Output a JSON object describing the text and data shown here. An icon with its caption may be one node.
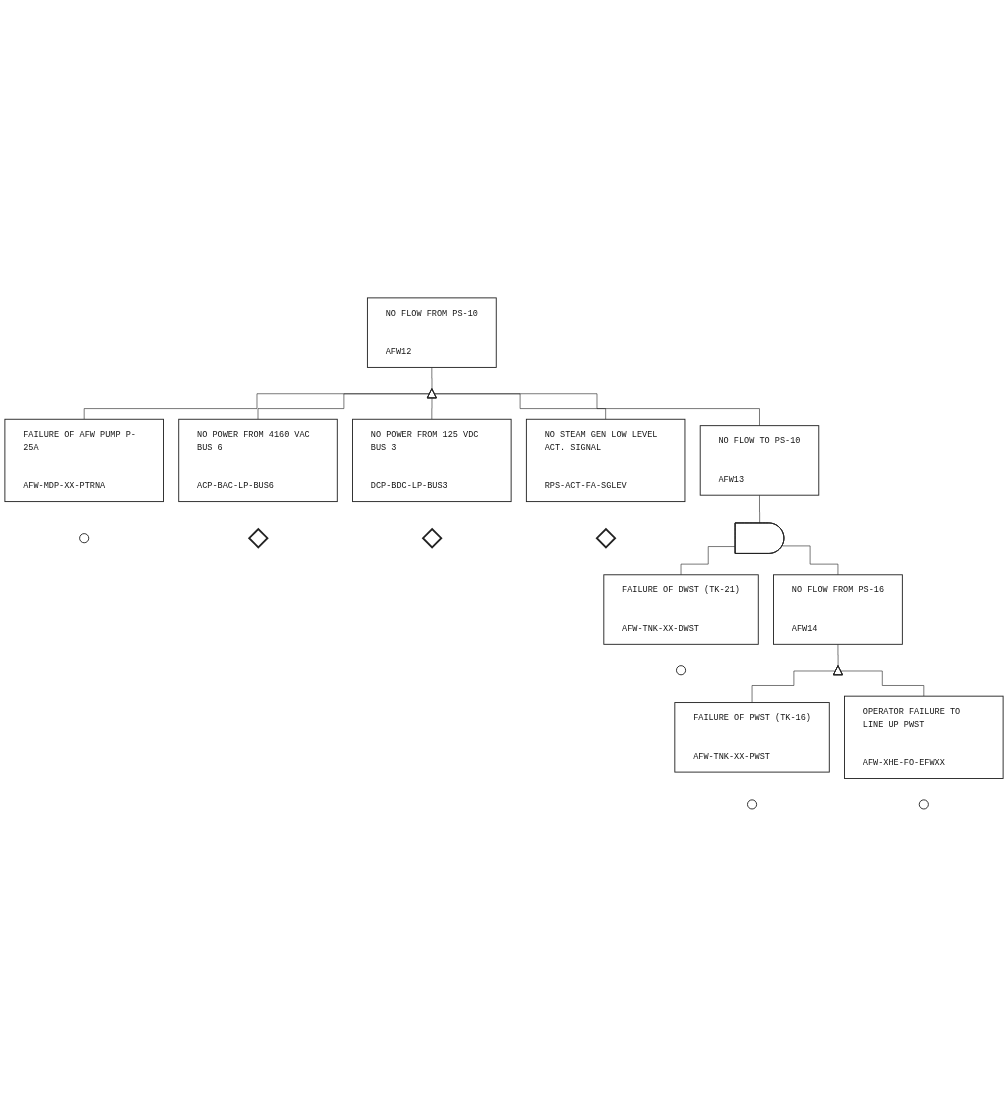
{
  "diagram": {
    "nodes": [
      {
        "text": [
          "NO FLOW FROM PS-10",
          "AFW12"
        ]
      },
      {
        "text": [],
        "shape": "gate"
      },
      {
        "text": [
          "FAILURE OF AFW PUMP P-25A",
          "AFW-MDP-XX-PTRNA"
        ]
      },
      {
        "text": [
          "NO POWER FROM 4160 VAC BUS 6",
          "ACP-BAC-LP-BUS6"
        ]
      },
      {
        "text": [
          "NO POWER FROM 125 VDC BUS 3",
          "DCP-BDC-LP-BUS3"
        ]
      },
      {
        "text": [
          "NO STEAM GEN LOW LEVEL ACT. SIGNAL",
          "RPS-ACT-FA-SGLEV"
        ]
      },
      {
        "text": [
          "NO FLOW TO PS-10",
          "AFW13"
        ]
      },
      {
        "text": [],
        "shape": "circle"
      },
      {
        "text": [],
        "shape": "diamond"
      },
      {
        "text": [],
        "shape": "diamond"
      },
      {
        "text": [],
        "shape": "diamond"
      },
      {
        "text": [],
        "shape": "gate"
      },
      {
        "text": [
          "FAILURE OF DWST (TK-21)",
          "AFW-TNK-XX-DWST"
        ]
      },
      {
        "text": [
          "NO FLOW FROM PS-16",
          "AFW14"
        ]
      },
      {
        "text": [],
        "shape": "circle"
      },
      {
        "text": [],
        "shape": "gate"
      },
      {
        "text": [
          "FAILURE OF PWST (TK-16)",
          "AFW-TNK-XX-PWST"
        ]
      },
      {
        "text": [
          "OPERATOR FAILURE TO LINE UP PWST",
          "AFW-XHE-FO-EFWXX"
        ]
      },
      {
        "text": [],
        "shape": "circle"
      },
      {
        "text": [],
        "shape": "circle"
      }
    ],
    "edges": [
      {
        "from": 0,
        "to": 1,
        "arrow": "none"
      },
      {
        "from": 1,
        "to": 2,
        "arrow": "none"
      },
      {
        "from": 1,
        "to": 3,
        "arrow": "none"
      },
      {
        "from": 1,
        "to": 4,
        "arrow": "none"
      },
      {
        "from": 1,
        "to": 5,
        "arrow": "none"
      },
      {
        "from": 1,
        "to": 6,
        "arrow": "none"
      },
      {
        "from": 6,
        "to": 11,
        "arrow": "none"
      },
      {
        "from": 11,
        "to": 12,
        "arrow": "none"
      },
      {
        "from": 11,
        "to": 13,
        "arrow": "none"
      },
      {
        "from": 13,
        "to": 15,
        "arrow": "none"
      },
      {
        "from": 15,
        "to": 16,
        "arrow": "none"
      },
      {
        "from": 15,
        "to": 17,
        "arrow": "none"
      }
    ]
  }
}
